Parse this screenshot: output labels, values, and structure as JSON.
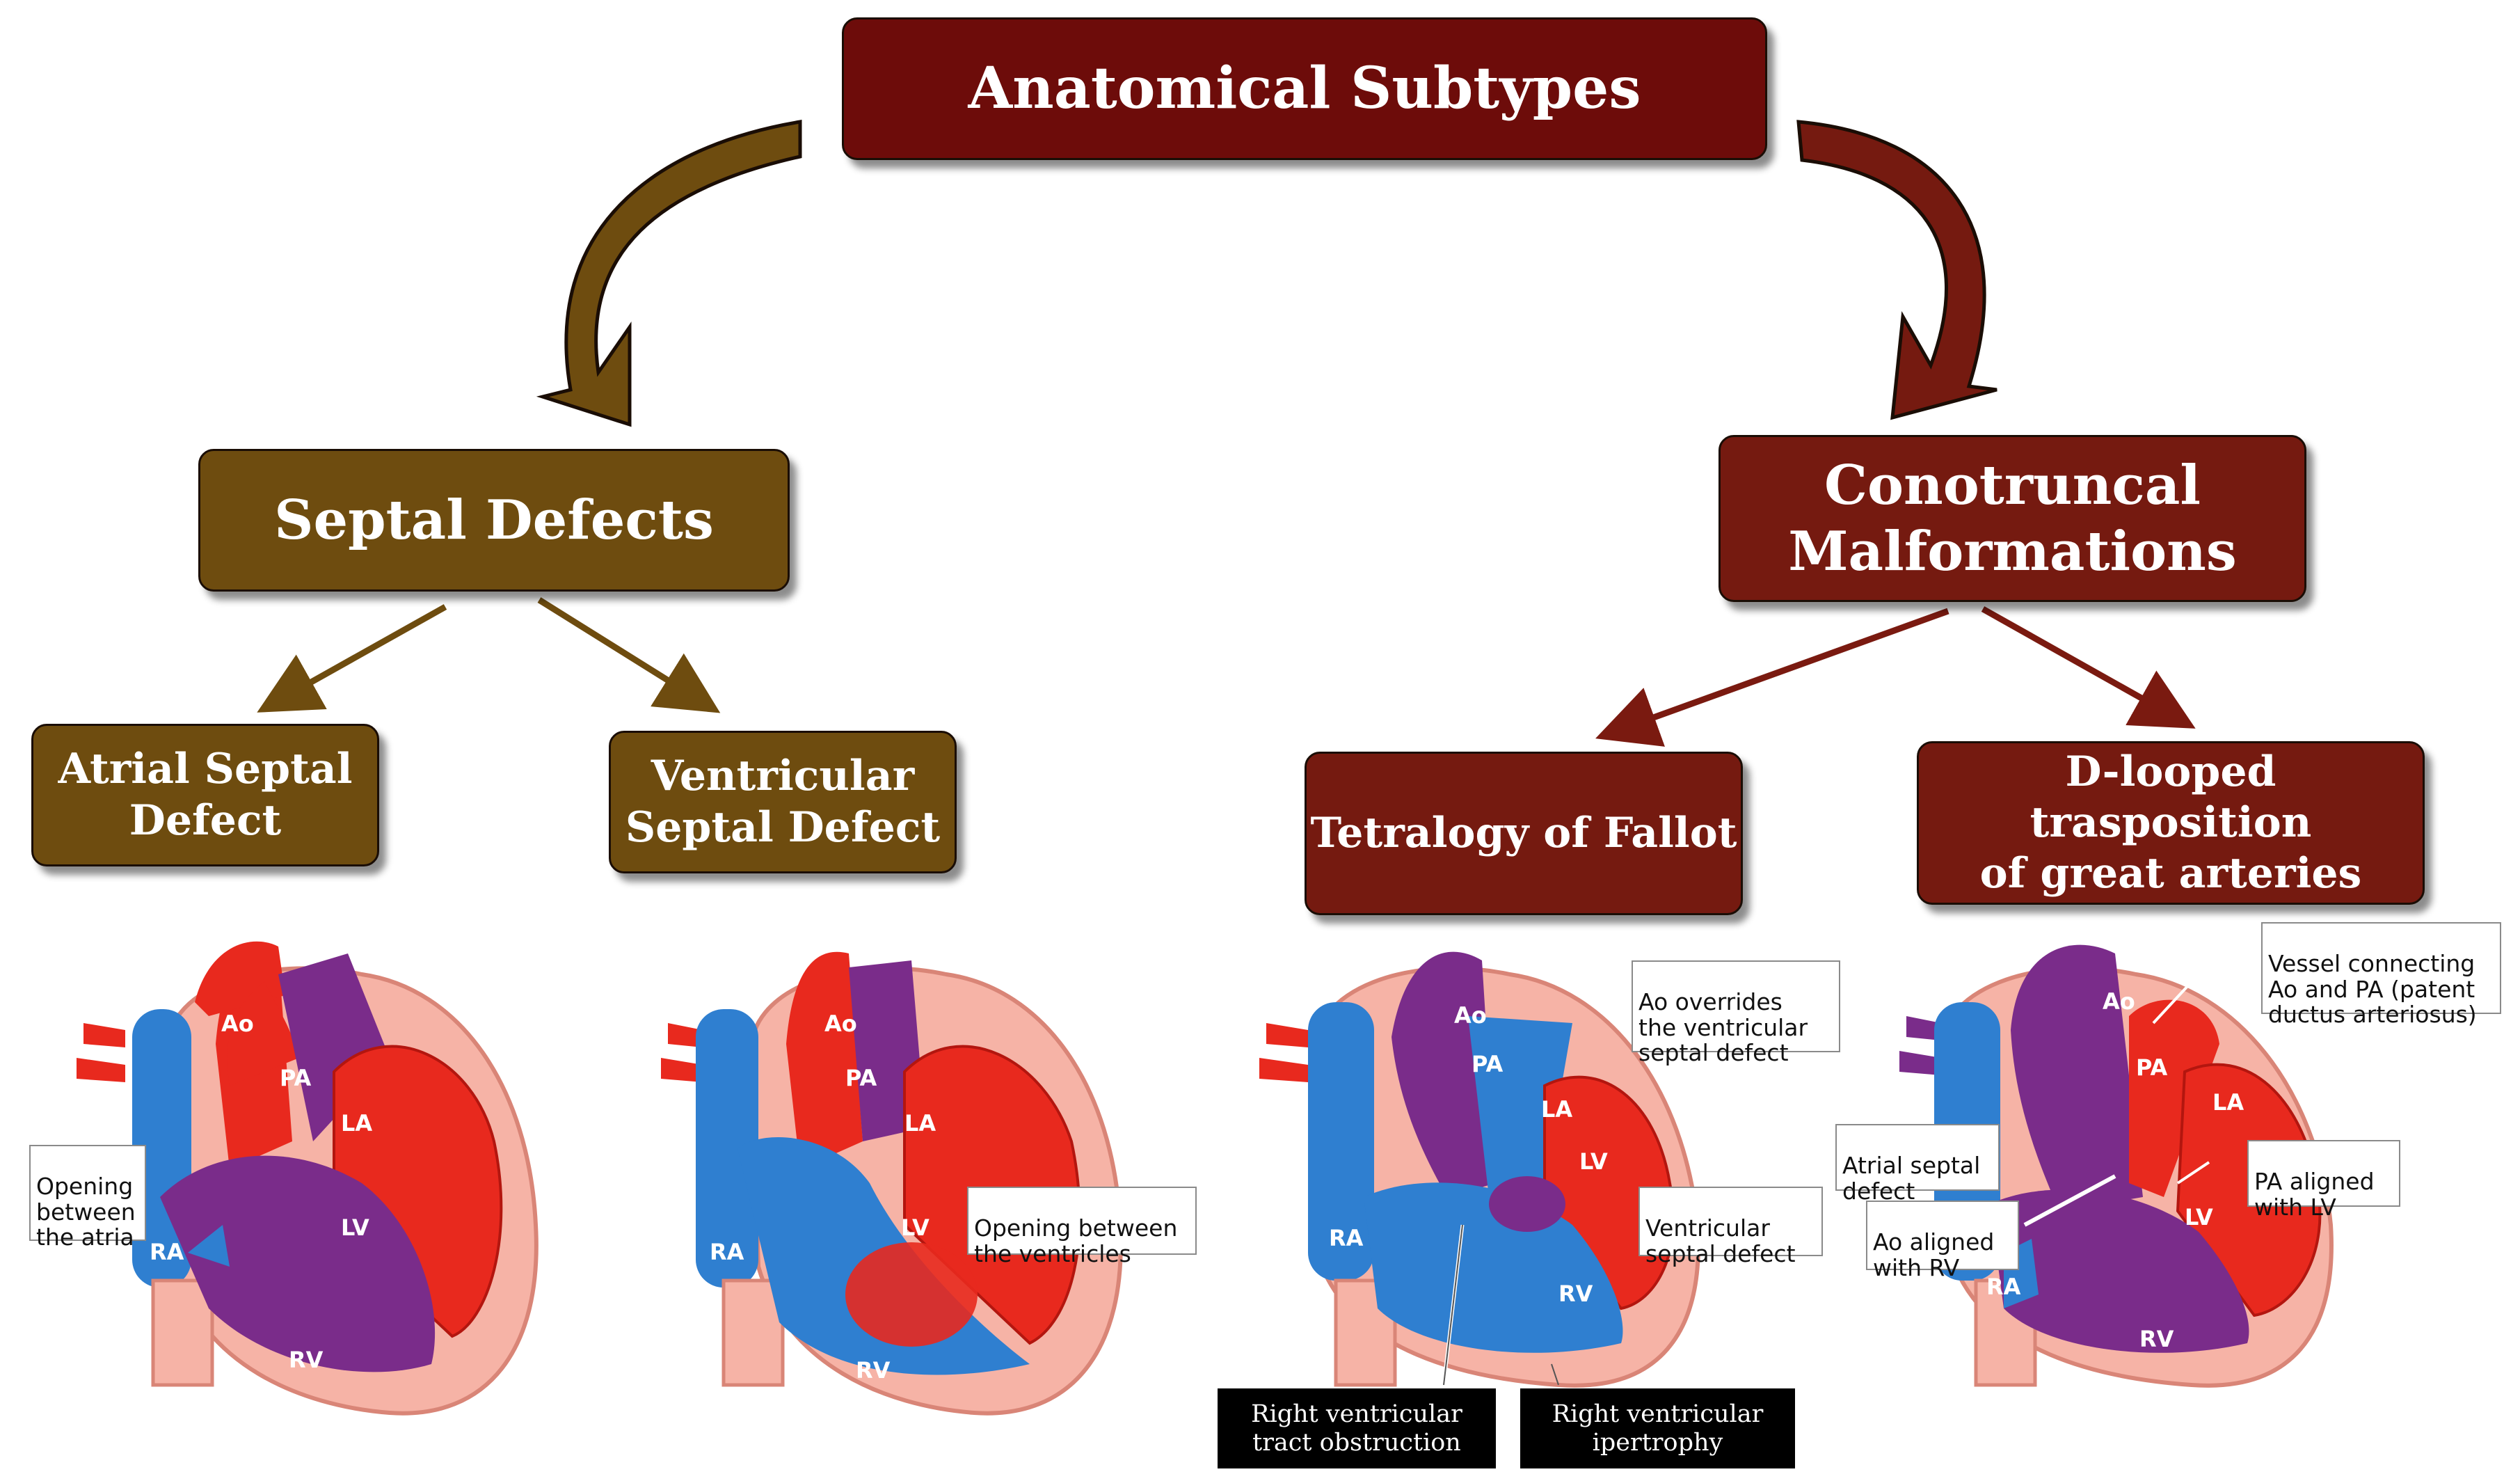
{
  "title": "Anatomical Subtypes",
  "categories": {
    "septal": {
      "label": "Septal Defects",
      "color": "#6e4c0f"
    },
    "conotruncal": {
      "label": "Conotruncal\nMalformations",
      "color": "#751a10"
    }
  },
  "subtypes": {
    "asd": "Atrial Septal\nDefect",
    "vsd": "Ventricular\nSeptal Defect",
    "tof": "Tetralogy of Fallot",
    "dtga": "D-looped trasposition\nof great arteries"
  },
  "heart_labels": {
    "ra": "RA",
    "rv": "RV",
    "la": "LA",
    "lv": "LV",
    "ao": "Ao",
    "pa": "PA"
  },
  "callouts": {
    "asd_opening": "Opening\nbetween\nthe atria",
    "vsd_opening": "Opening between\nthe ventricles",
    "tof_ao_overrides": "Ao overrides\nthe ventricular\nseptal defect",
    "tof_vsd": "Ventricular\nseptal defect",
    "tof_rv_obstruction": "Right ventricular\ntract obstruction",
    "tof_rv_hypertrophy": "Right ventricular\nipertrophy",
    "tga_vessel": "Vessel connecting\nAo and PA (patent\nductus arteriosus)",
    "tga_asd": "Atrial septal\ndefect",
    "tga_ao_rv": "Ao aligned\nwith RV",
    "tga_pa_lv": "PA aligned\nwith LV"
  },
  "colors": {
    "oxygenated": "#e8291e",
    "deoxygenated": "#2f7fd0",
    "mixed": "#7a2c8a",
    "pericardium": "#f6b3a6"
  }
}
